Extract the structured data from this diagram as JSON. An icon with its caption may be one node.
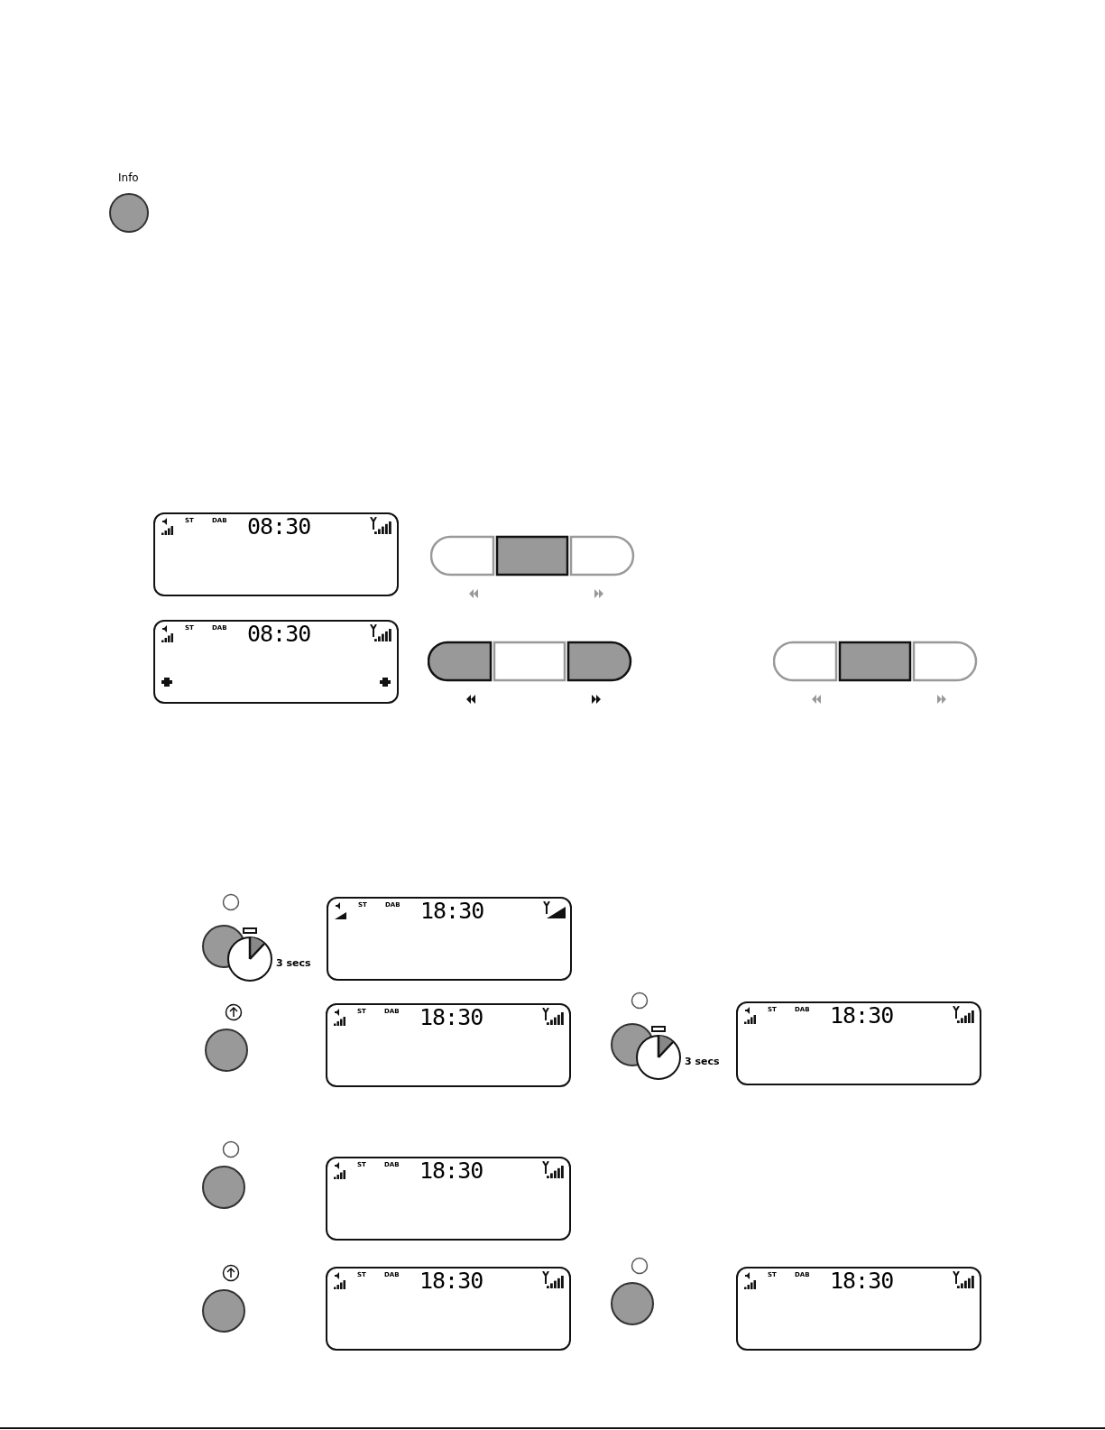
{
  "diagram": {
    "nodes": [
      {
        "text": [
          "Info"
        ]
      },
      {
        "text": [
          "ST",
          "DAB",
          "08:30"
        ]
      },
      {
        "text": [
          "ST",
          "DAB",
          "08:30"
        ]
      },
      {
        "text": [],
        "shape": "circle",
        "beside": [
          "3 secs"
        ]
      },
      {
        "text": [
          "ST",
          "DAB",
          "18:30"
        ]
      },
      {
        "text": [],
        "shape": "circle"
      },
      {
        "text": [
          "ST",
          "DAB",
          "18:30"
        ]
      },
      {
        "text": [],
        "shape": "circle",
        "beside": [
          "3 secs"
        ]
      },
      {
        "text": [
          "ST",
          "DAB",
          "18:30"
        ]
      },
      {
        "text": [],
        "shape": "circle"
      },
      {
        "text": [
          "ST",
          "DAB",
          "18:30"
        ]
      },
      {
        "text": [],
        "shape": "circle"
      },
      {
        "text": [
          "ST",
          "DAB",
          "18:30"
        ]
      },
      {
        "text": [],
        "shape": "circle"
      },
      {
        "text": [
          "ST",
          "DAB",
          "18:30"
        ]
      }
    ]
  }
}
